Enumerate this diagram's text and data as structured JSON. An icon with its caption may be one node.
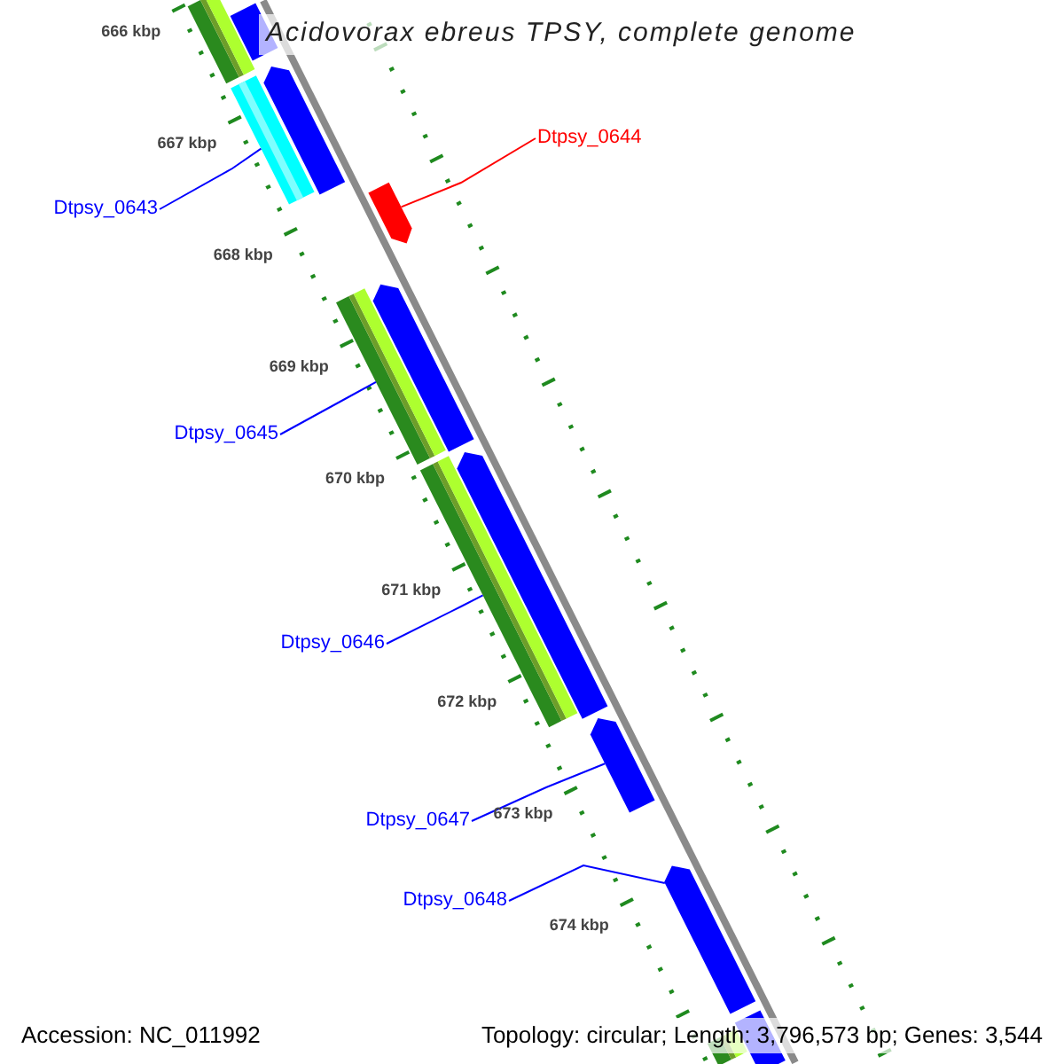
{
  "diagram": {
    "title": "Acidovorax ebreus TPSY, complete genome",
    "nodes": [
      {
        "text": [
          "Dtpsy_0644"
        ]
      },
      {
        "text": [
          "Dtpsy_0643"
        ]
      },
      {
        "text": [
          "Dtpsy_0645"
        ]
      },
      {
        "text": [
          "Dtpsy_0646"
        ]
      },
      {
        "text": [
          "Dtpsy_0647"
        ]
      },
      {
        "text": [
          "Dtpsy_0648"
        ]
      },
      {
        "text": [],
        "shape": "bar"
      },
      {
        "text": [],
        "shape": "bar"
      },
      {
        "text": [],
        "shape": "bar"
      },
      {
        "text": [],
        "shape": "bar"
      },
      {
        "text": [],
        "shape": "bar"
      },
      {
        "text": [],
        "shape": "bar"
      }
    ],
    "edges": [
      {
        "from": 0,
        "to": 7,
        "arrow": "none",
        "color": "#ff0000"
      },
      {
        "from": 1,
        "to": 6,
        "arrow": "none"
      },
      {
        "from": 2,
        "to": 8,
        "arrow": "none"
      },
      {
        "from": 3,
        "to": 9,
        "arrow": "none"
      },
      {
        "from": 4,
        "to": 10,
        "arrow": "none"
      },
      {
        "from": 5,
        "to": 11,
        "arrow": "none"
      }
    ],
    "labels": [
      "666 kbp",
      "667 kbp",
      "668 kbp",
      "669 kbp",
      "670 kbp",
      "671 kbp",
      "672 kbp",
      "673 kbp",
      "674 kbp",
      "Accession: NC_011992",
      "Topology: circular; Length: 3,796,573 bp; Genes: 3,544"
    ]
  }
}
